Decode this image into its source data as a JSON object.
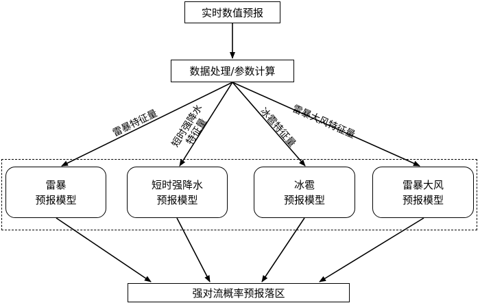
{
  "nodes": {
    "input": "实时数值预报",
    "process": "数据处理/参数计算",
    "output": "强对流概率预报落区"
  },
  "models": [
    {
      "line1": "雷暴",
      "line2": "预报模型"
    },
    {
      "line1": "短时强降水",
      "line2": "预报模型"
    },
    {
      "line1": "冰雹",
      "line2": "预报模型"
    },
    {
      "line1": "雷暴大风",
      "line2": "预报模型"
    }
  ],
  "edge_labels": {
    "thunder": "雷暴特征量",
    "rain_line1": "短时强降水",
    "rain_line2": "特征量",
    "hail": "冰雹特征量",
    "wind": "雷暴大风特征量"
  }
}
